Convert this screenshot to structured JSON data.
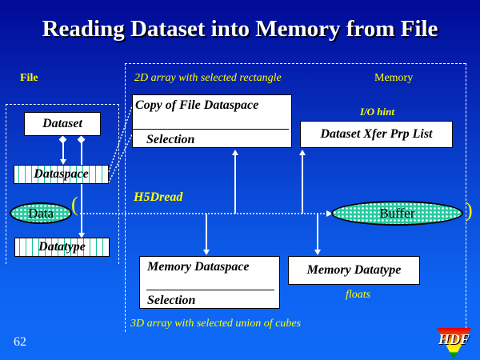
{
  "slide": {
    "title": "Reading Dataset into Memory from File",
    "page_number": "62",
    "background_color": "#0626b4"
  },
  "labels": {
    "file": "File",
    "file_space_desc": "2D array with selected rectangle",
    "memory": "Memory",
    "io_hint": "I/O hint",
    "h5dread": "H5Dread",
    "floats": "floats",
    "mem_space_desc": "3D array with selected union of cubes"
  },
  "file_side": {
    "dataset": "Dataset",
    "dataspace": "Dataspace",
    "datatype": "Datatype",
    "data": "Data"
  },
  "boxes": {
    "copy_file_dataspace": {
      "title": "Copy of File Dataspace",
      "sub": "Selection"
    },
    "xfer_plist": {
      "title": "Dataset Xfer Prp List"
    },
    "memory_dataspace": {
      "title": "Memory Dataspace",
      "sub": "Selection"
    },
    "memory_datatype": {
      "title": "Memory Datatype"
    }
  },
  "buffer": "Buffer",
  "parens": {
    "open": "(",
    "close": ")"
  },
  "logo": {
    "text": "HDF",
    "colors": [
      "#e00000",
      "#ff8000",
      "#ffff00",
      "#00a000"
    ]
  },
  "colors": {
    "accent_text": "#ffff00",
    "hatch": "#18c09a",
    "ellipse": "#2cc8a0"
  }
}
